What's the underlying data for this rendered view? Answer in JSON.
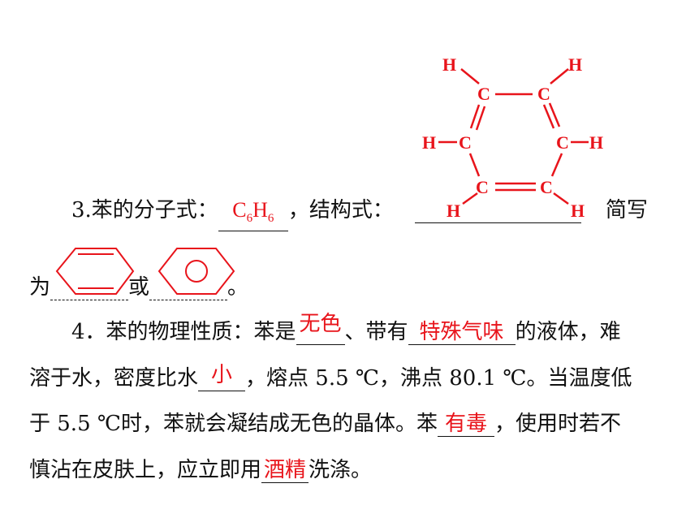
{
  "item3": {
    "prefix": "3.苯的分子式：",
    "formula_c": "C",
    "formula_c_sub": "6",
    "formula_h": "H",
    "formula_h_sub": "6",
    "mid": "，结构式：",
    "tail": "简写",
    "line2_prefix": "为",
    "or": "或",
    "end": "。"
  },
  "structure": {
    "carbon_label": "C",
    "hydrogen_label": "H"
  },
  "item4": {
    "l1_a": "4．苯的物理性质：苯是",
    "ans_color": "无色",
    "l1_b": "、带有",
    "ans_odor": "特殊气味",
    "l1_c": "的液体，难",
    "l2_a": "溶于水，密度比水",
    "ans_density": "小",
    "l2_b": "，熔点 5.5 ℃，沸点 80.1 ℃。当温度低",
    "l3_a": "于 5.5 ℃时，苯就会凝结成无色的晶体。苯",
    "ans_toxic": "有毒",
    "l3_b": "，使用时若不",
    "l4_a": "慎沾在皮肤上，应立即用",
    "ans_wash": "酒精",
    "l4_b": "洗涤。"
  },
  "colors": {
    "answer": "#e8141b",
    "text": "#111111"
  }
}
